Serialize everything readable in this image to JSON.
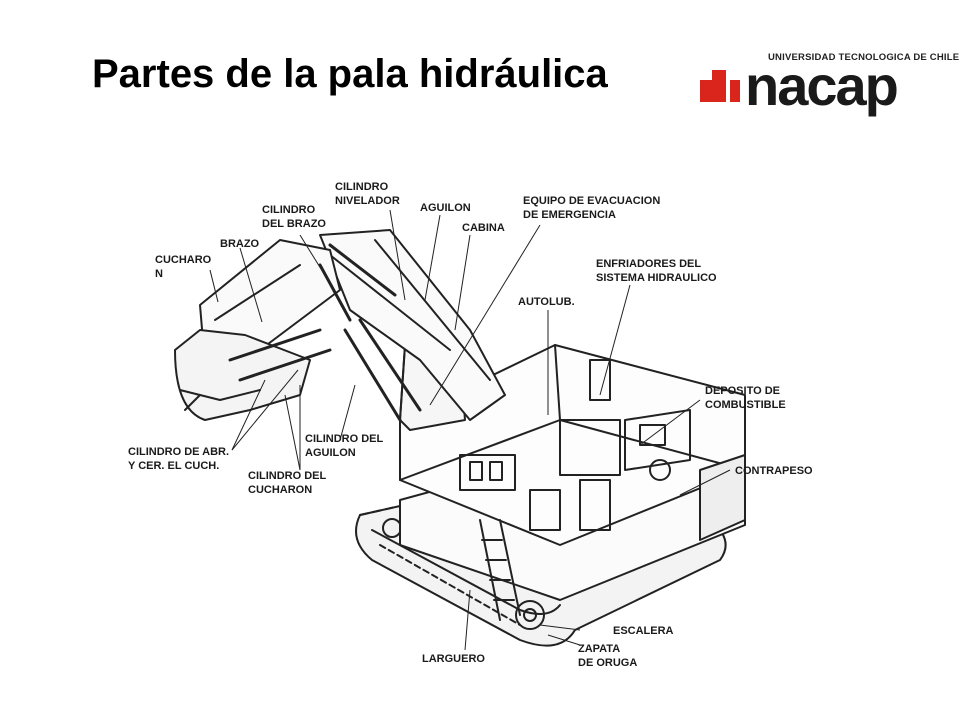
{
  "slide": {
    "title": "Partes de la pala hidráulica"
  },
  "logo": {
    "subtitle": "UNIVERSIDAD TECNOLOGICA DE CHILE",
    "name": "nacap",
    "accent": "#d9251c"
  },
  "labels": {
    "cucharon": [
      "CUCHARO",
      "N"
    ],
    "brazo": [
      "BRAZO"
    ],
    "cilindro_brazo": [
      "CILINDRO",
      "DEL BRAZO"
    ],
    "cilindro_nivelador": [
      "CILINDRO",
      "NIVELADOR"
    ],
    "aguilon": [
      "AGUILON"
    ],
    "cabina": [
      "CABINA"
    ],
    "equipo_evacuacion": [
      "EQUIPO DE EVACUACION",
      "DE EMERGENCIA"
    ],
    "enfriadores": [
      "ENFRIADORES DEL",
      "SISTEMA HIDRAULICO"
    ],
    "autolub": [
      "AUTOLUB."
    ],
    "deposito": [
      "DEPOSITO DE",
      "COMBUSTIBLE"
    ],
    "contrapeso": [
      "CONTRAPESO"
    ],
    "cilindro_abr": [
      "CILINDRO DE ABR.",
      "Y CER. EL CUCH."
    ],
    "cilindro_aguilon": [
      "CILINDRO DEL",
      "AGUILON"
    ],
    "cilindro_cucharon": [
      "CILINDRO DEL",
      "CUCHARON"
    ],
    "escalera": [
      "ESCALERA"
    ],
    "larguero": [
      "LARGUERO"
    ],
    "zapata": [
      "ZAPATA",
      "DE ORUGA"
    ]
  }
}
